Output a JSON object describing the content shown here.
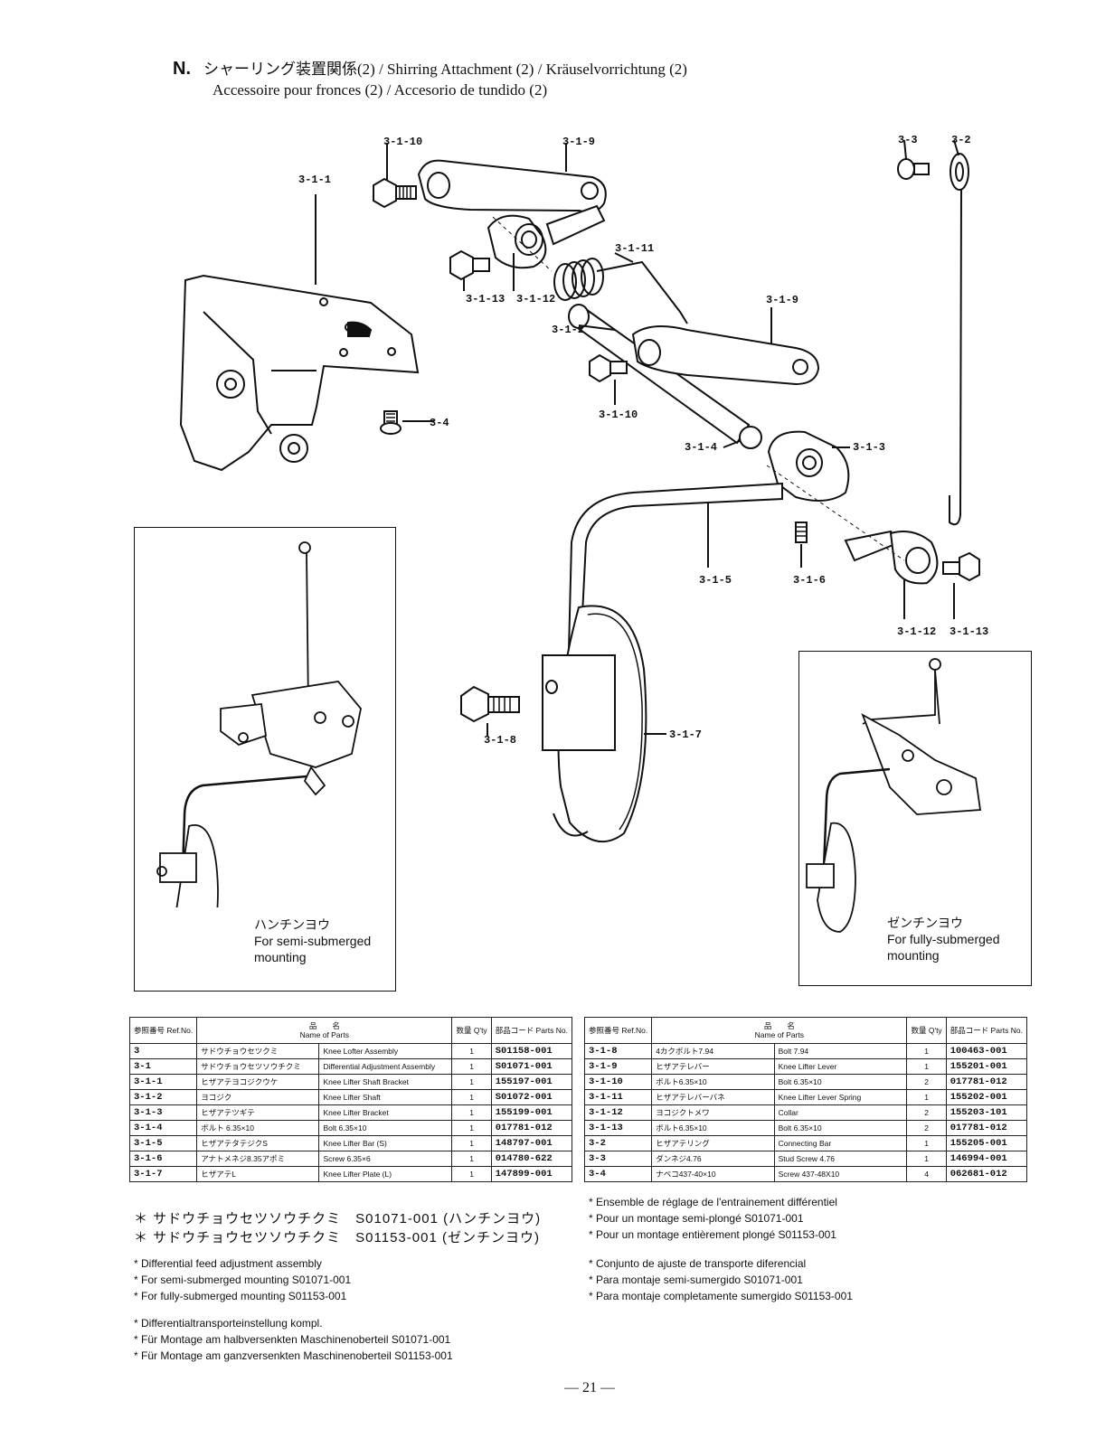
{
  "header": {
    "letter": "N.",
    "title_line1": "シャーリング装置関係(2) / Shirring Attachment (2) / Kräuselvorrichtung (2)",
    "title_line2": "Accessoire pour fronces (2) / Accesorio de tundido (2)"
  },
  "callouts": {
    "c3_1_10a": "3-1-10",
    "c3_1_9a": "3-1-9",
    "c3_1_1": "3-1-1",
    "c3_3": "3-3",
    "c3_2": "3-2",
    "c3_1_11": "3-1-11",
    "c3_1_13a": "3-1-13",
    "c3_1_12a": "3-1-12",
    "c3_1_9b": "3-1-9",
    "c3_1_2": "3-1-2",
    "c3_4": "3-4",
    "c3_1_10b": "3-1-10",
    "c3_1_4": "3-1-4",
    "c3_1_3": "3-1-3",
    "c3_1_5": "3-1-5",
    "c3_1_6": "3-1-6",
    "c3_1_12b": "3-1-12",
    "c3_1_13b": "3-1-13",
    "c3_1_8": "3-1-8",
    "c3_1_7": "3-1-7"
  },
  "insets": {
    "semi": {
      "jp": "ハンチンヨウ",
      "en1": "For semi-submerged",
      "en2": "mounting"
    },
    "full": {
      "jp": "ゼンチンヨウ",
      "en1": "For fully-submerged",
      "en2": "mounting"
    }
  },
  "table": {
    "headers": {
      "ref": "参照番号 Ref.No.",
      "name_jp": "品　　名",
      "name": "Name of Parts",
      "qty": "数量 Q'ty",
      "partno": "部品コード Parts No."
    },
    "left_rows": [
      {
        "ref": "3",
        "jp": "サドウチョウセツクミ",
        "name": "Knee Lofter Assembly",
        "qty": "1",
        "part": "S01158-001"
      },
      {
        "ref": "3-1",
        "jp": "サドウチョウセツソウチクミ",
        "name": "Differential Adjustment Assembly",
        "qty": "1",
        "part": "S01071-001"
      },
      {
        "ref": "3-1-1",
        "jp": "ヒザアテヨコジクウケ",
        "name": "Knee Lifter Shaft Bracket",
        "qty": "1",
        "part": "155197-001"
      },
      {
        "ref": "3-1-2",
        "jp": "ヨコジク",
        "name": "Knee Lifter Shaft",
        "qty": "1",
        "part": "S01072-001"
      },
      {
        "ref": "3-1-3",
        "jp": "ヒザアテツギテ",
        "name": "Knee Lifter Bracket",
        "qty": "1",
        "part": "155199-001"
      },
      {
        "ref": "3-1-4",
        "jp": "ボルト 6.35×10",
        "name": "Bolt 6.35×10",
        "qty": "1",
        "part": "017781-012"
      },
      {
        "ref": "3-1-5",
        "jp": "ヒザアテタテジクS",
        "name": "Knee Lifter Bar (S)",
        "qty": "1",
        "part": "148797-001"
      },
      {
        "ref": "3-1-6",
        "jp": "アナトメネジ8.35アポミ",
        "name": "Screw 6.35×6",
        "qty": "1",
        "part": "014780-622"
      },
      {
        "ref": "3-1-7",
        "jp": "ヒザアテL",
        "name": "Knee Lifter Plate (L)",
        "qty": "1",
        "part": "147899-001"
      }
    ],
    "right_rows": [
      {
        "ref": "3-1-8",
        "jp": "4カクボルト7.94",
        "name": "Bolt 7.94",
        "qty": "1",
        "part": "100463-001"
      },
      {
        "ref": "3-1-9",
        "jp": "ヒザアテレバー",
        "name": "Knee Lifter Lever",
        "qty": "1",
        "part": "155201-001"
      },
      {
        "ref": "3-1-10",
        "jp": "ボルト6.35×10",
        "name": "Bolt 6.35×10",
        "qty": "2",
        "part": "017781-012"
      },
      {
        "ref": "3-1-11",
        "jp": "ヒザアテレバーバネ",
        "name": "Knee Lifter Lever Spring",
        "qty": "1",
        "part": "155202-001"
      },
      {
        "ref": "3-1-12",
        "jp": "ヨコジクトメワ",
        "name": "Collar",
        "qty": "2",
        "part": "155203-101"
      },
      {
        "ref": "3-1-13",
        "jp": "ボルト6.35×10",
        "name": "Bolt 6.35×10",
        "qty": "2",
        "part": "017781-012"
      },
      {
        "ref": "3-2",
        "jp": "ヒザアテリング",
        "name": "Connecting Bar",
        "qty": "1",
        "part": "155205-001"
      },
      {
        "ref": "3-3",
        "jp": "ダンネジ4.76",
        "name": "Stud Screw 4.76",
        "qty": "1",
        "part": "146994-001"
      },
      {
        "ref": "3-4",
        "jp": "ナベコ437-40×10",
        "name": "Screw 437-48X10",
        "qty": "4",
        "part": "062681-012"
      }
    ]
  },
  "notes": {
    "jp1": "＊ サドウチョウセツソウチクミ　S01071-001 (ハンチンヨウ)",
    "jp2": "＊ サドウチョウセツソウチクミ　S01153-001 (ゼンチンヨウ)",
    "en": [
      "* Differential feed adjustment assembly",
      "* For semi-submerged mounting S01071-001",
      "* For fully-submerged mounting S01153-001"
    ],
    "de": [
      "* Differentialtransporteinstellung kompl.",
      "* Für Montage am halbversenkten Maschinenoberteil S01071-001",
      "* Für Montage am ganzversenkten Maschinenoberteil S01153-001"
    ],
    "fr": [
      "* Ensemble de réglage de l'entrainement différentiel",
      "* Pour un montage semi-plongé S01071-001",
      "* Pour un montage entièrement plongé S01153-001"
    ],
    "es": [
      "* Conjunto de ajuste de transporte diferencial",
      "* Para montaje semi-sumergido S01071-001",
      "* Para montaje completamente sumergido S01153-001"
    ]
  },
  "page_number": "— 21 —"
}
